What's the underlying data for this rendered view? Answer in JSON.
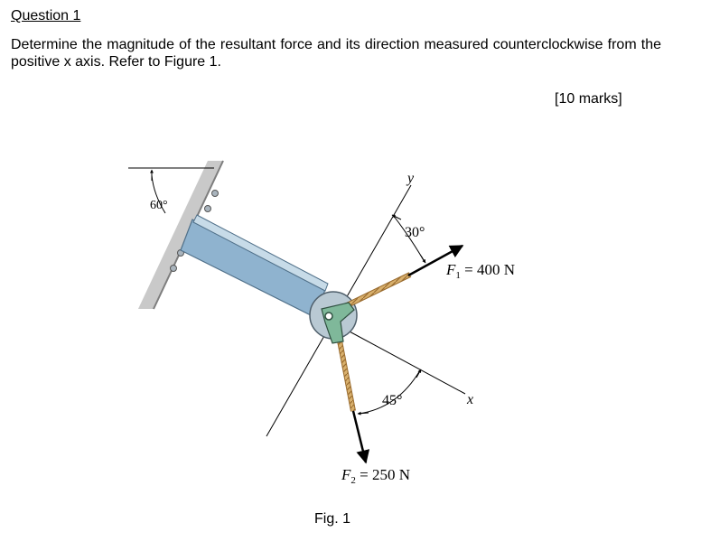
{
  "question": {
    "title": "Question 1",
    "text": "Determine the magnitude of the resultant force and its direction measured counterclockwise from the positive x axis. Refer to Figure 1.",
    "marks": "[10 marks]"
  },
  "figure": {
    "caption": "Fig. 1",
    "wall_angle": "60°",
    "y_axis": "y",
    "x_axis": "x",
    "angle_f1": "30°",
    "angle_f2": "45°",
    "f1_label": "F",
    "f1_sub": "1",
    "f1_value": " = 400 N",
    "f2_label": "F",
    "f2_sub": "2",
    "f2_value": " = 250 N"
  },
  "colors": {
    "member": "#8fb3cf",
    "hub": "#b9c9d3",
    "bracket": "#7fb89a",
    "rope": "#d1a35c",
    "wall": "#c4c4c4"
  }
}
